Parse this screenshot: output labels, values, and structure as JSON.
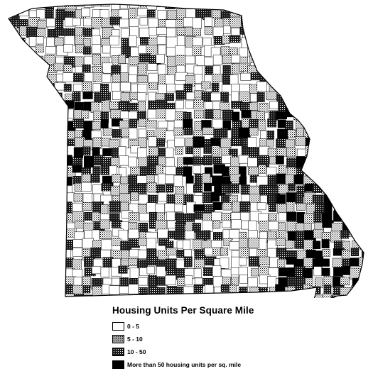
{
  "legend": {
    "title": "Housing Units Per Square Mile",
    "items": [
      {
        "label": "0 - 5",
        "color": "#ffffff",
        "pattern": "none"
      },
      {
        "label": "5 - 10",
        "color": "#8c8c8c",
        "pattern": "stipple"
      },
      {
        "label": "10 - 50",
        "color": "#3a3a3a",
        "pattern": "stipple"
      },
      {
        "label": "More than 50 housing units per sq. mile",
        "color": "#000000",
        "pattern": "none"
      }
    ]
  },
  "colors": {
    "outline": "#000000",
    "background": "#ffffff"
  }
}
